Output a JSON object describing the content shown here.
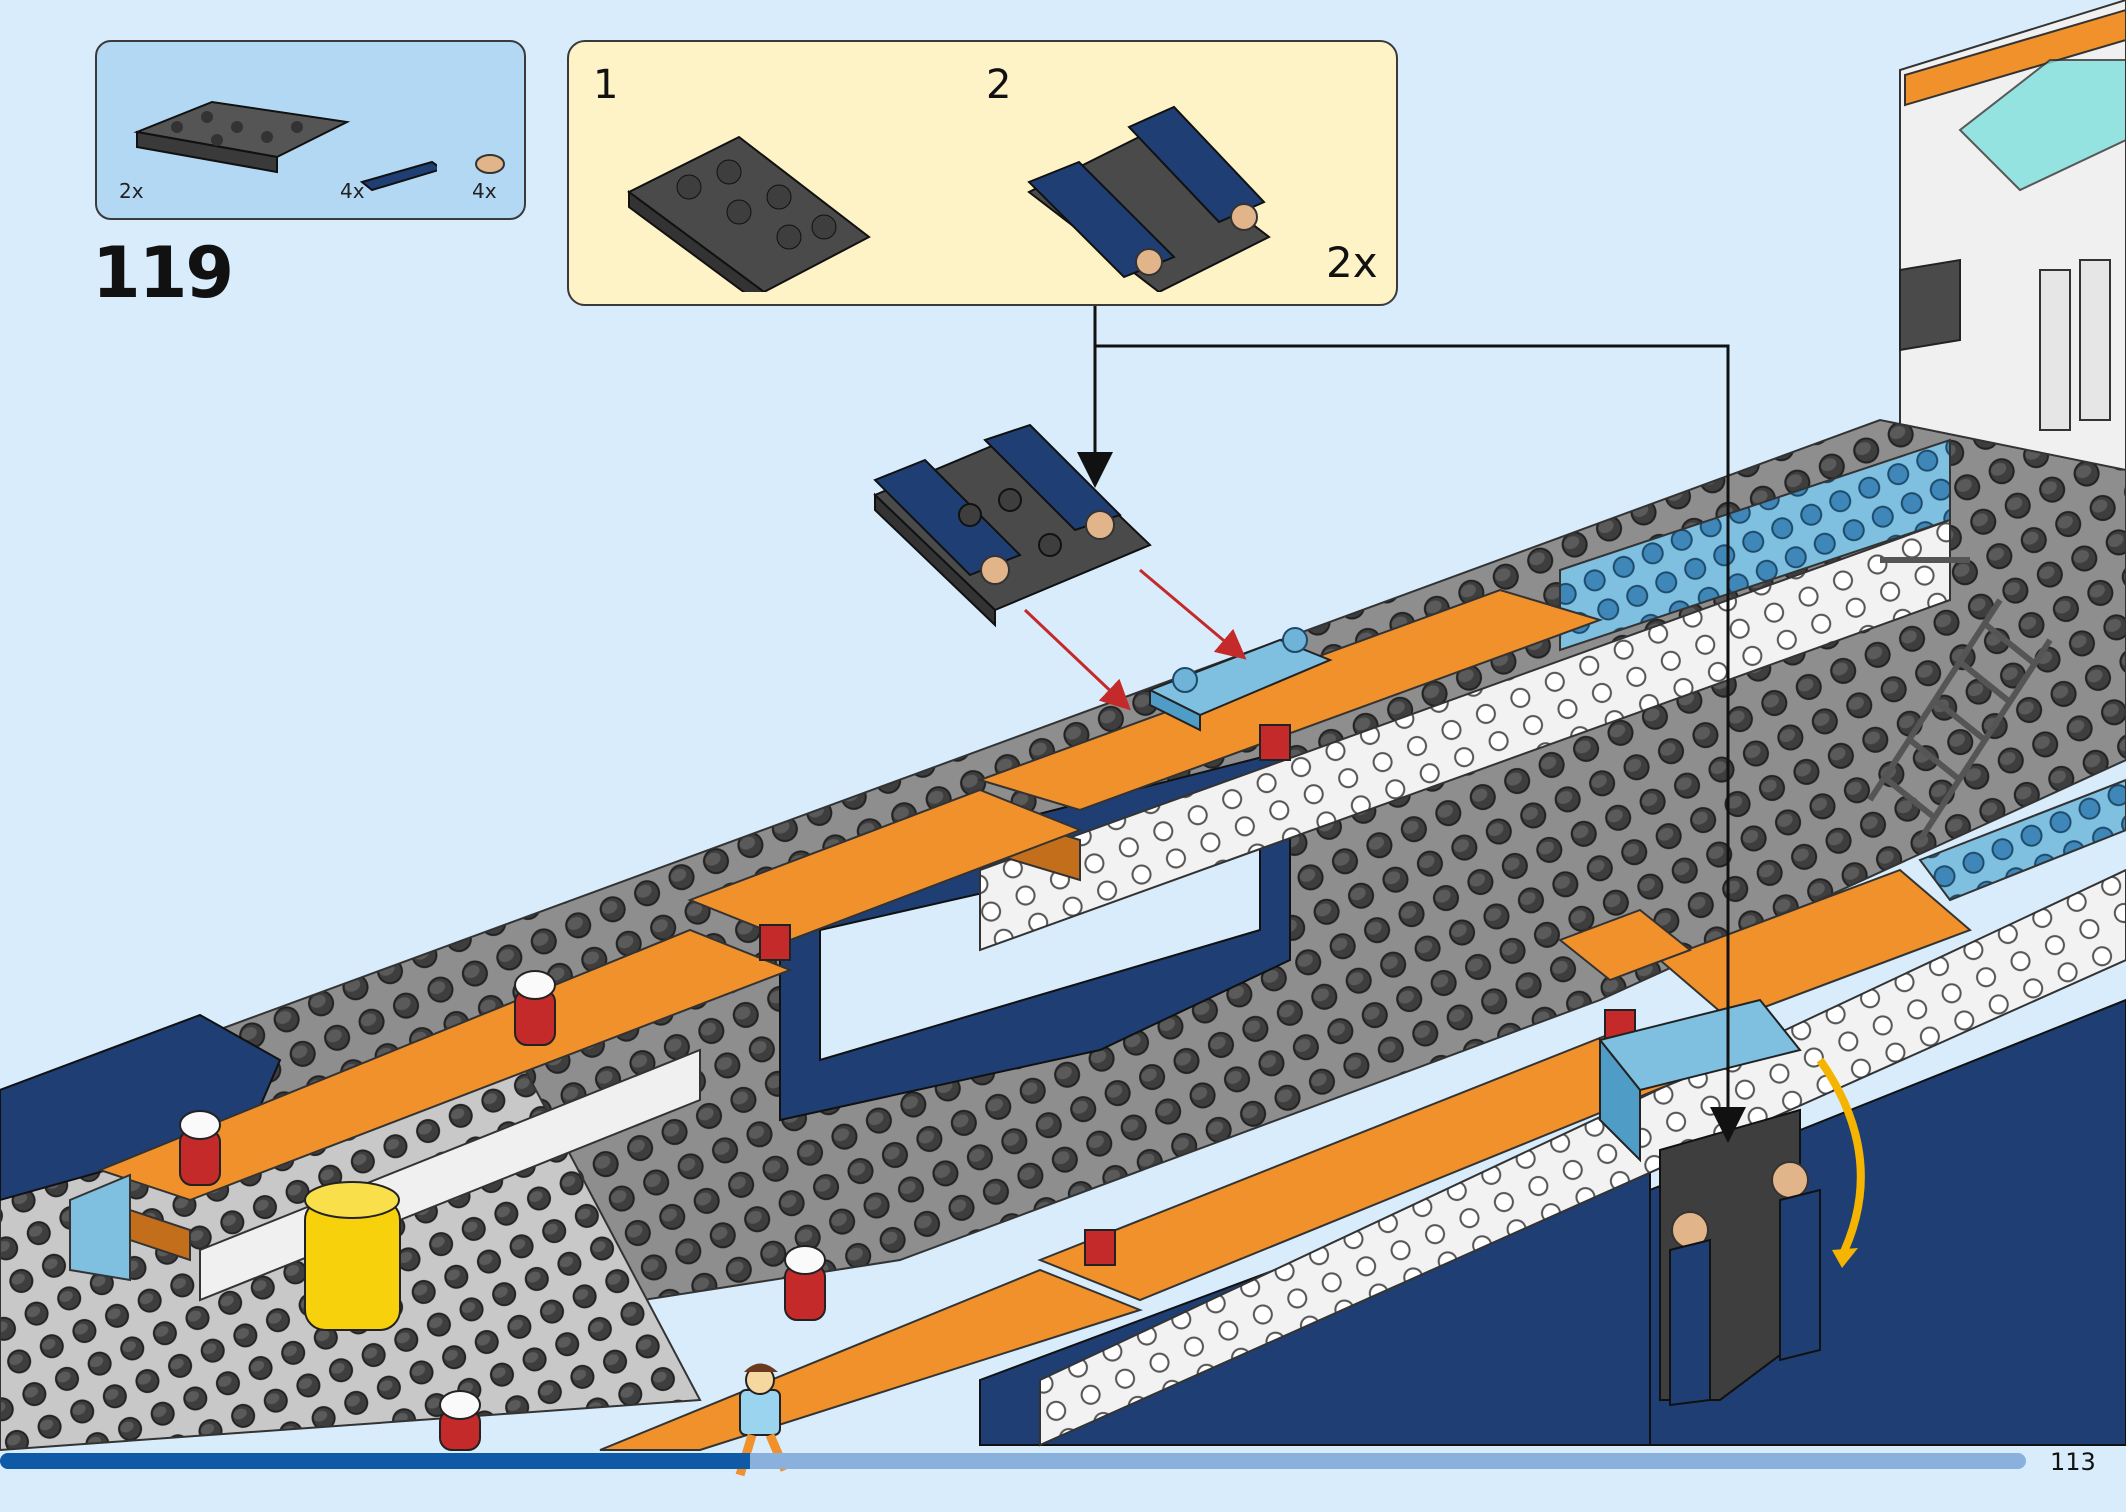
{
  "step": {
    "number": "119"
  },
  "parts_list": {
    "items": [
      {
        "name": "dark-gray-plate-with-pins",
        "qty": "2x"
      },
      {
        "name": "dark-blue-tile",
        "qty": "4x"
      },
      {
        "name": "tan-round-tile",
        "qty": "4x"
      }
    ]
  },
  "substeps": {
    "steps": [
      {
        "label": "1"
      },
      {
        "label": "2"
      }
    ],
    "multiplier": "2x"
  },
  "page": {
    "number": "113",
    "progress": 0.37
  },
  "colors": {
    "background": "#d8ecfb",
    "parts_box": "#b3d8f3",
    "substep_box": "#fdf3c6",
    "hull_blue": "#1f3f74",
    "orange": "#f0912b",
    "light_gray": "#9b9b9b",
    "dark_gray": "#4a4a4a",
    "medium_azure": "#7fc0e0",
    "progress_fill": "#0e5aa7",
    "progress_track": "#8ab0dd"
  }
}
